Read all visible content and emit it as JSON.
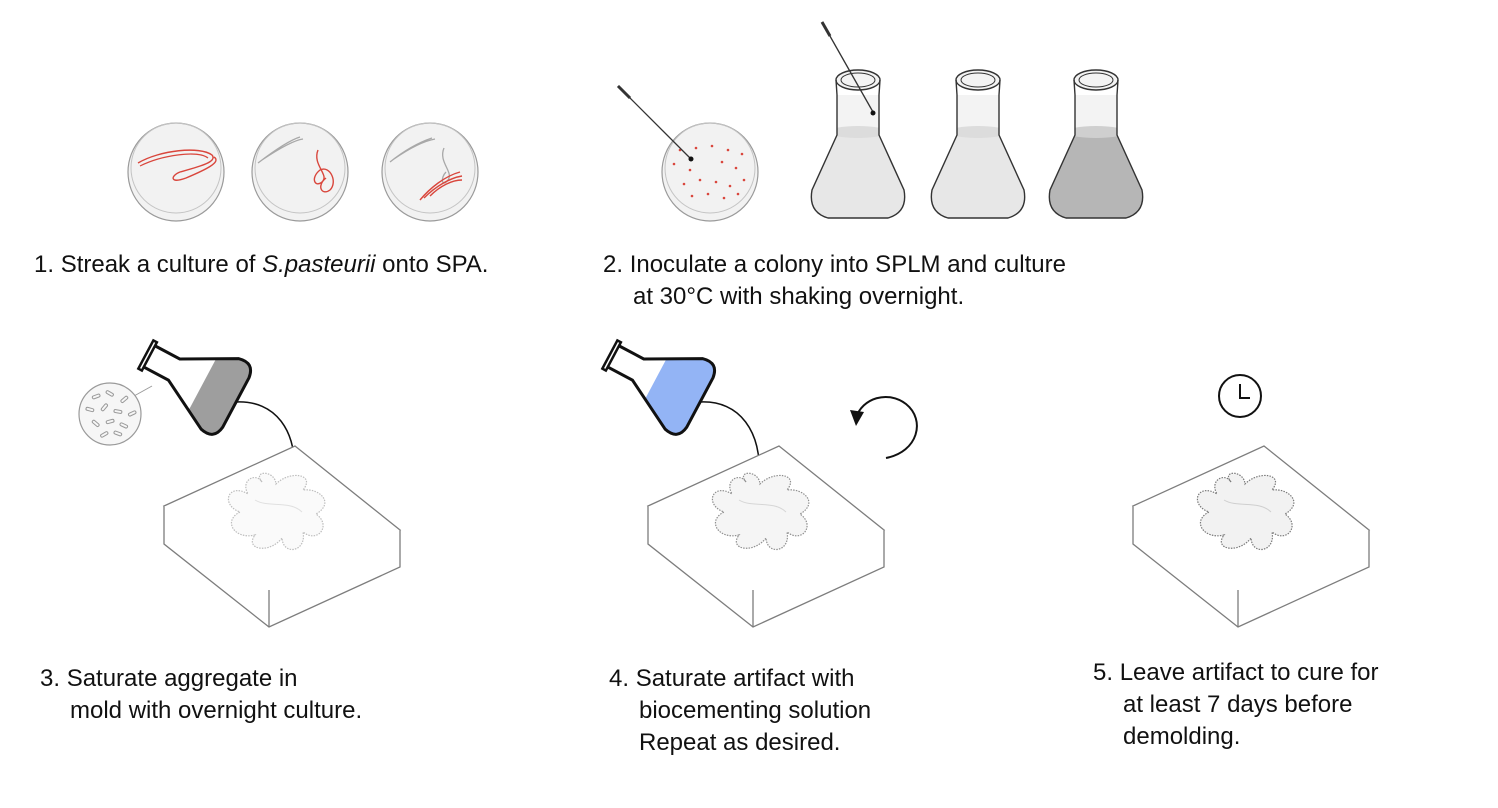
{
  "colors": {
    "stroke": "#333333",
    "light_stroke": "#9a9a9a",
    "dish_fill": "#f2f2f2",
    "streak_red": "#d9463c",
    "streak_grey": "#a8a8a8",
    "broth_light": "#e6e6e6",
    "broth_dark": "#b6b6b6",
    "culture_grey": "#9e9e9e",
    "biocement_blue": "#93b4f5"
  },
  "icons": [
    "petri-dish-icon",
    "inoculation-loop-icon",
    "erlenmeyer-flask-icon",
    "mold-block-icon",
    "clock-icon",
    "rotate-arrow-icon",
    "bacteria-magnifier-icon"
  ],
  "steps": [
    {
      "number": "1.",
      "lines": [
        {
          "before": "Streak a culture of ",
          "italic": "S.pasteurii",
          "after": " onto SPA."
        }
      ]
    },
    {
      "number": "2.",
      "lines": [
        "Inoculate a colony into SPLM and culture",
        "at 30°C with shaking overnight."
      ]
    },
    {
      "number": "3.",
      "lines": [
        "Saturate aggregate in",
        "mold with overnight culture."
      ]
    },
    {
      "number": "4.",
      "lines": [
        "Saturate artifact with",
        "biocementing solution",
        "Repeat as desired."
      ]
    },
    {
      "number": "5.",
      "lines": [
        "Leave artifact to cure for",
        "at least 7 days before",
        "demolding."
      ]
    }
  ]
}
